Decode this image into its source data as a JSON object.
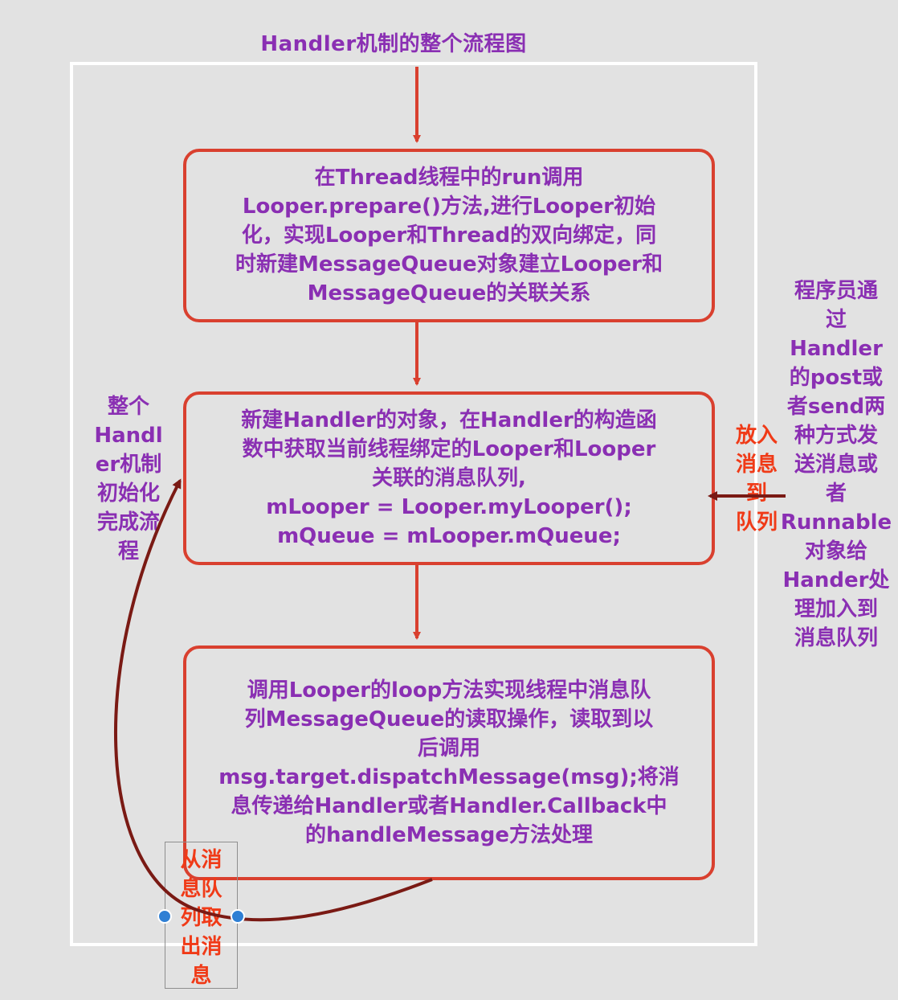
{
  "title": "Handler机制的整个流程图",
  "boxes": {
    "step1": "在Thread线程中的run调用\nLooper.prepare()方法,进行Looper初始\n化，实现Looper和Thread的双向绑定，同\n时新建MessageQueue对象建立Looper和\nMessageQueue的关联关系",
    "step2": "新建Handler的对象，在Handler的构造函\n数中获取当前线程绑定的Looper和Looper\n关联的消息队列,\nmLooper = Looper.myLooper();\nmQueue = mLooper.mQueue;",
    "step3": "调用Looper的loop方法实现线程中消息队\n列MessageQueue的读取操作，读取到以\n后调用\nmsg.target.dispatchMessage(msg);将消\n息传递给Handler或者Handler.Callback中\n的handleMessage方法处理"
  },
  "left_note": "整个\nHandl\ner机制\n初始化\n完成流\n程",
  "right_note": "程序员通\n过\nHandler\n的post或\n者send两\n种方式发\n送消息或\n者\nRunnable\n对象给\nHander处\n理加入到\n消息队列",
  "enqueue_label": "放入\n消息\n到\n队列",
  "dequeue_label": "从消\n息队\n列取\n出消\n息",
  "colors": {
    "text": "#8a2fb3",
    "box_border": "#d9402f",
    "arrow": "#d9402f",
    "loop_arrow": "#7a1a14",
    "red_label": "#f03a17",
    "handle": "#2f7fd4",
    "background": "#e2e2e2"
  }
}
